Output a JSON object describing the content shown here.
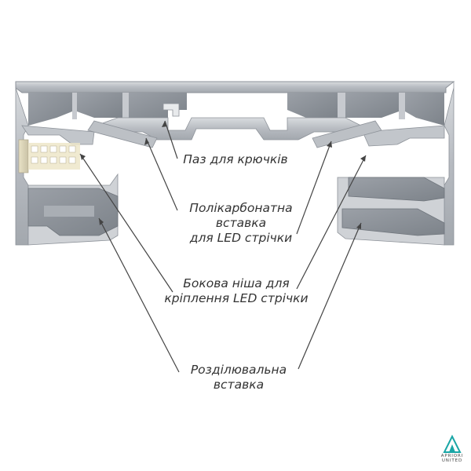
{
  "labels": {
    "hook_groove": "Паз для крючків",
    "polycarbonate_insert": [
      "Полікарбонатна",
      "вставка",
      "для LED стрічки"
    ],
    "side_niche": [
      "Бокова ніша для",
      "кріплення LED стрічки"
    ],
    "dividing_insert": [
      "Розділювальна",
      "вставка"
    ]
  },
  "brand": {
    "name": "APRIORI UNITED",
    "accent_color": "#1aa6a6"
  },
  "colors": {
    "profile": "#b4b8be",
    "profile_dark": "#8d9299",
    "profile_light": "#d5d8dc",
    "leader": "#444444"
  }
}
